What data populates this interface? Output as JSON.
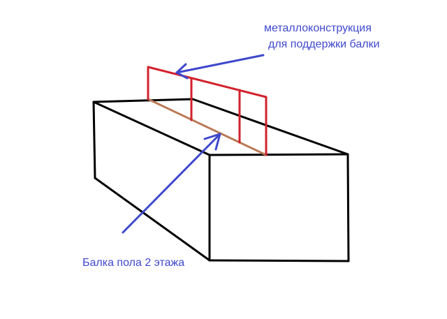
{
  "annotations": {
    "support_line1": "металлоконструкция",
    "support_line2": "для поддержки балки",
    "beam_label": "Балка пола 2 этажа"
  },
  "colors": {
    "box_outline": "#000000",
    "beam": "#b97a57",
    "support_frame": "#d2222d",
    "arrow_and_text": "#3f48cc"
  },
  "parts": {
    "box": "box-outline",
    "beam": "floor-beam",
    "frame": "metal-support-frame",
    "arrows": [
      "arrow-to-support",
      "arrow-to-beam"
    ]
  }
}
